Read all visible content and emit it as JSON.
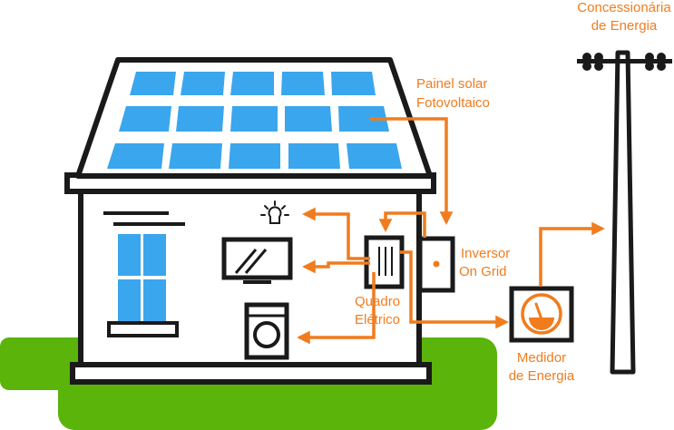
{
  "labels": {
    "painel_line1": "Painel solar",
    "painel_line2": "Fotovoltaico",
    "concessionaria_line1": "Concessionária",
    "concessionaria_line2": "de Energia",
    "inversor_line1": "Inversor",
    "inversor_line2": "On Grid",
    "quadro_line1": "Quadro",
    "quadro_line2": "Elétrico",
    "medidor_line1": "Medidor",
    "medidor_line2": "de Energia"
  },
  "colors": {
    "accent": "#f07c1e",
    "outline": "#1a1a1a",
    "panel": "#3aa6ee",
    "grass": "#5ab40a"
  },
  "icons": [
    "light-bulb-icon",
    "television-icon",
    "washing-machine-icon",
    "meter-dial-icon"
  ]
}
